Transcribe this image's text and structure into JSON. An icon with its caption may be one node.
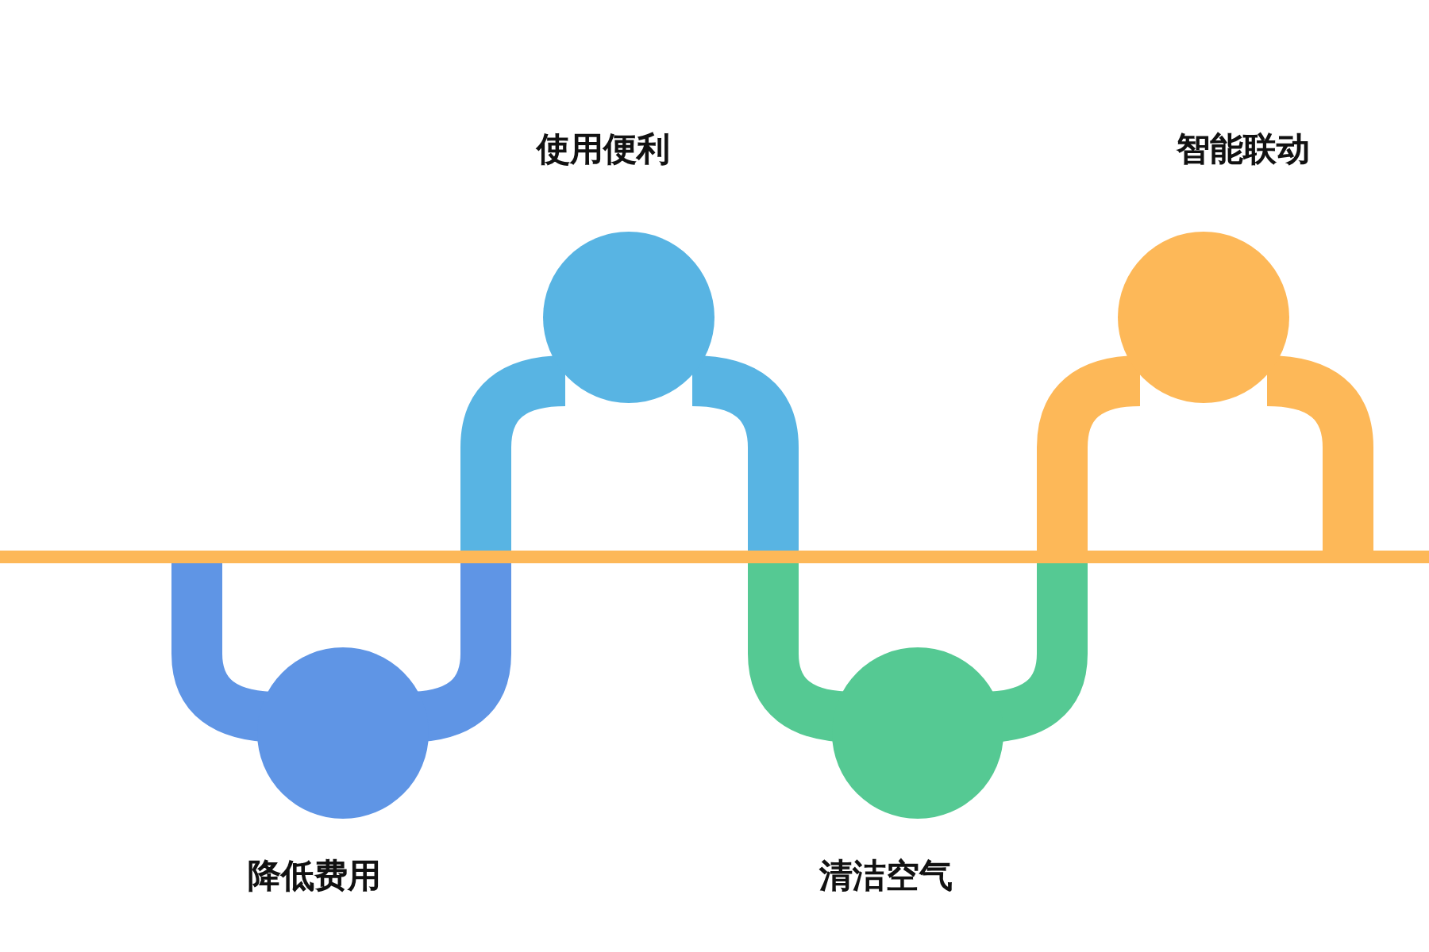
{
  "diagram": {
    "nodes": [
      {
        "text": [
          "降低费用"
        ]
      },
      {
        "text": [
          "使用便利"
        ]
      },
      {
        "text": [
          "清洁空气"
        ]
      },
      {
        "text": [
          "智能联动"
        ]
      }
    ]
  }
}
